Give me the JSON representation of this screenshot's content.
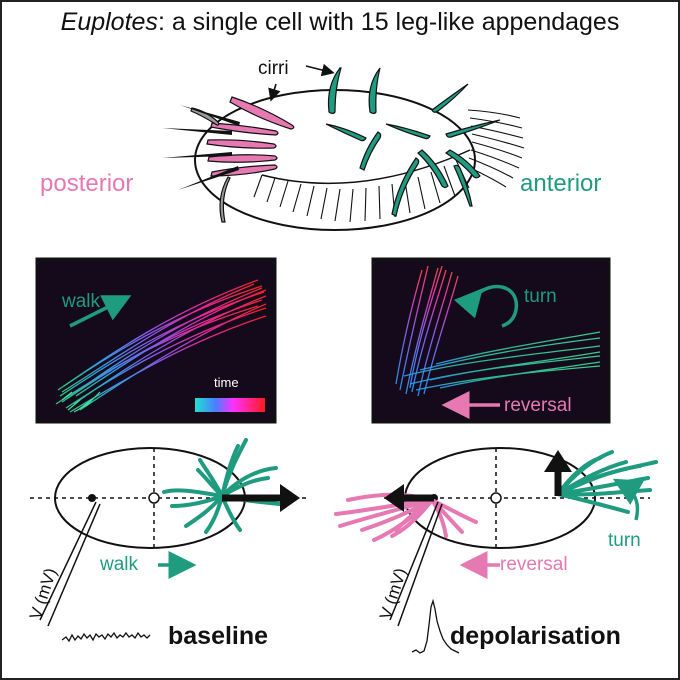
{
  "title": {
    "italic": "Euplotes",
    "rest": ": a single cell with 15 leg-like appendages"
  },
  "cell_diagram": {
    "cirri_label": "cirri",
    "posterior_label": "posterior",
    "anterior_label": "anterior"
  },
  "panel_walk": {
    "walk_label": "walk",
    "time_label": "time"
  },
  "panel_turn": {
    "turn_label": "turn",
    "reversal_label": "reversal"
  },
  "schematic_left": {
    "walk_label": "walk",
    "voltage_label": "V (mV)",
    "state_label": "baseline"
  },
  "schematic_right": {
    "reversal_label": "reversal",
    "turn_label": "turn",
    "voltage_label": "V (mV)",
    "state_label": "depolarisation"
  },
  "colors": {
    "pink": "#e678b2",
    "teal": "#1f9b80",
    "panel_bg": "#150a1c"
  }
}
